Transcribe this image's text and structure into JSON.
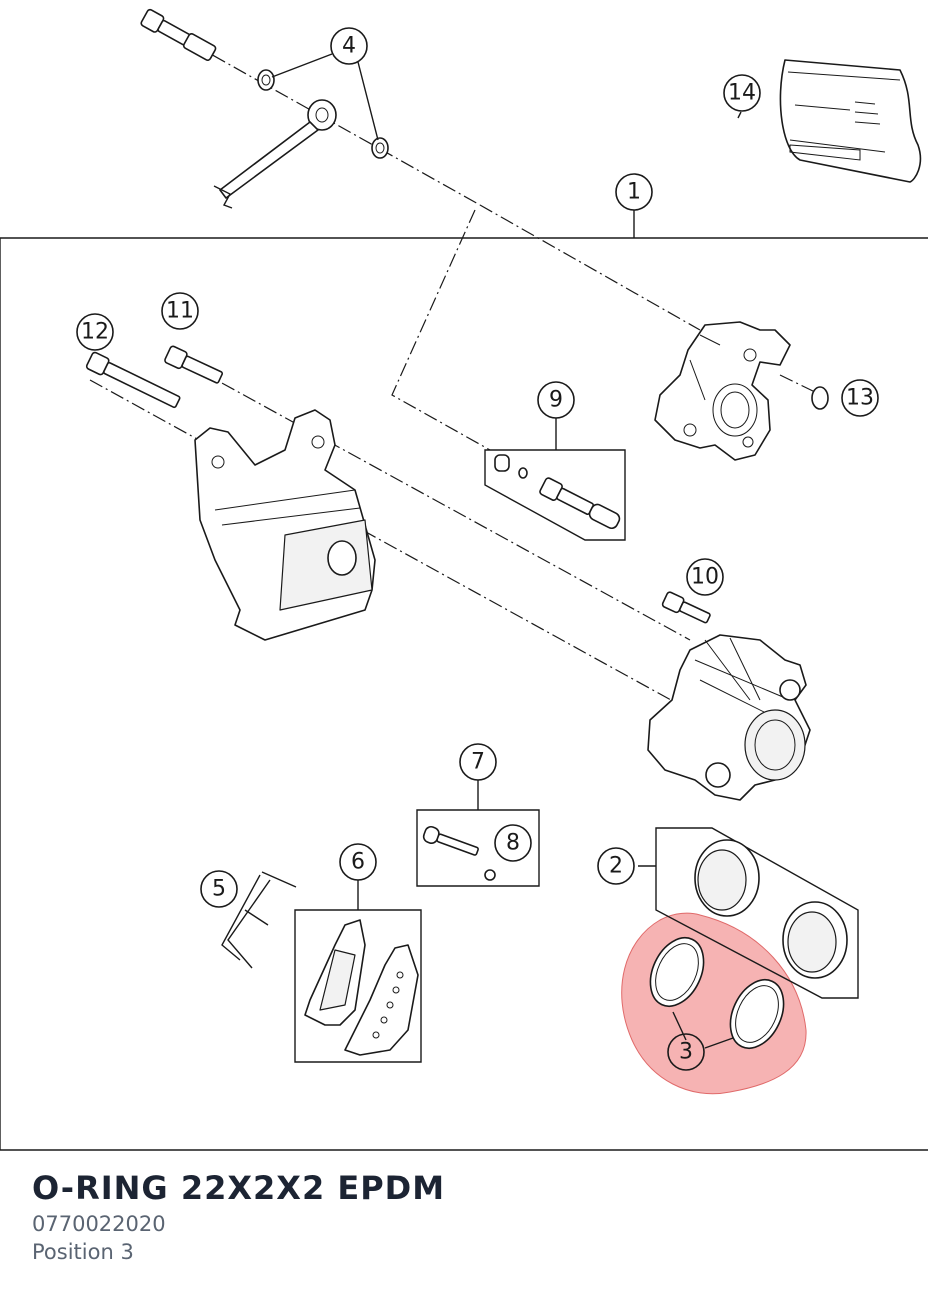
{
  "diagram": {
    "highlight_color": "#f08080",
    "callouts": [
      {
        "id": "callout-1",
        "label": "1",
        "highlighted": false
      },
      {
        "id": "callout-2",
        "label": "2",
        "highlighted": false
      },
      {
        "id": "callout-3",
        "label": "3",
        "highlighted": true
      },
      {
        "id": "callout-4",
        "label": "4",
        "highlighted": false
      },
      {
        "id": "callout-5",
        "label": "5",
        "highlighted": false
      },
      {
        "id": "callout-6",
        "label": "6",
        "highlighted": false
      },
      {
        "id": "callout-7",
        "label": "7",
        "highlighted": false
      },
      {
        "id": "callout-8",
        "label": "8",
        "highlighted": false
      },
      {
        "id": "callout-9",
        "label": "9",
        "highlighted": false
      },
      {
        "id": "callout-10",
        "label": "10",
        "highlighted": false
      },
      {
        "id": "callout-11",
        "label": "11",
        "highlighted": false
      },
      {
        "id": "callout-12",
        "label": "12",
        "highlighted": false
      },
      {
        "id": "callout-13",
        "label": "13",
        "highlighted": false
      },
      {
        "id": "callout-14",
        "label": "14",
        "highlighted": false
      }
    ]
  },
  "part_info": {
    "name": "O-RING 22X2X2 EPDM",
    "number": "0770022020",
    "position": "Position 3"
  }
}
